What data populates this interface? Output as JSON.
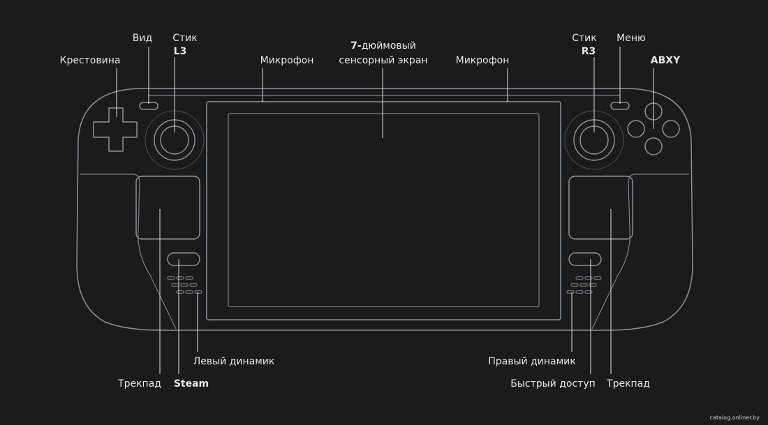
{
  "labels": {
    "dpad": "Крестовина",
    "view": "Вид",
    "stick_l_line1": "Стик",
    "stick_l_line2": "L3",
    "mic_left": "Микрофон",
    "screen_line1_bold": "7-",
    "screen_line1_rest": "дюймовый",
    "screen_line2": "сенсорный экран",
    "mic_right": "Микрофон",
    "stick_r_line1": "Стик",
    "stick_r_line2": "R3",
    "menu": "Меню",
    "abxy": "ABXY",
    "trackpad_left": "Трекпад",
    "steam": "Steam",
    "speaker_left": "Левый динамик",
    "speaker_right": "Правый динамик",
    "quick_access": "Быстрый доступ",
    "trackpad_right": "Трекпад"
  },
  "watermark": "catalog.onliner.by",
  "colors": {
    "background": "#1b1b1b",
    "outline": "#8c9199",
    "text": "#e6e6e6"
  }
}
